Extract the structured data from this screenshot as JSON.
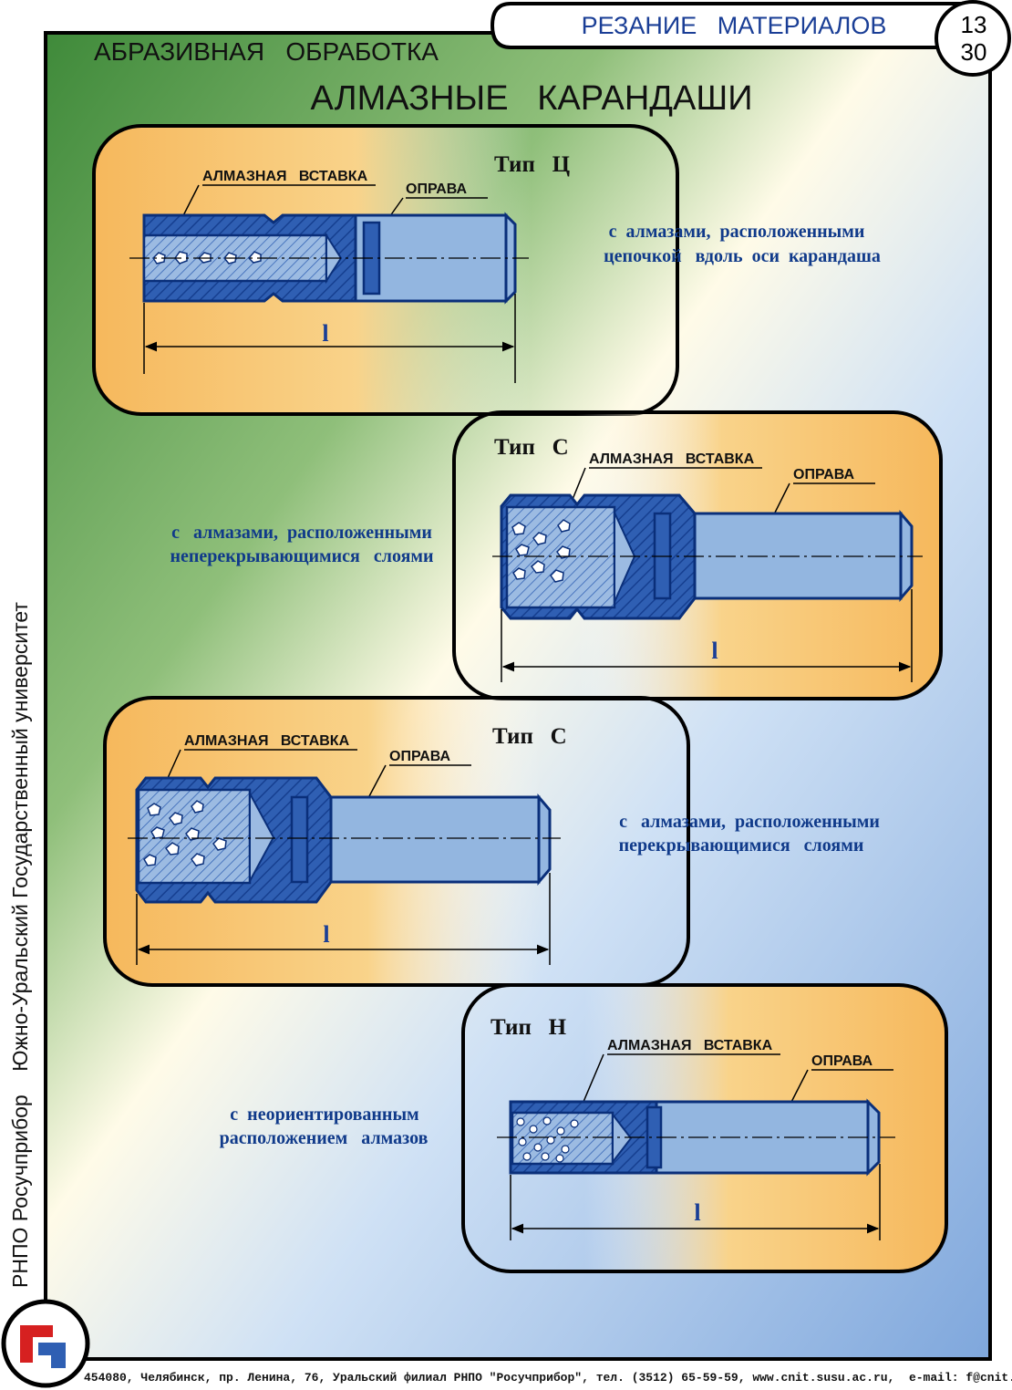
{
  "header": {
    "section": "РЕЗАНИЕ   МАТЕРИАЛОВ",
    "page_top": "13",
    "page_bottom": "30",
    "subtitle": "АБРАЗИВНАЯ   ОБРАБОТКА",
    "title": "АЛМАЗНЫЕ   КАРАНДАШИ"
  },
  "side_text": "РНПО Росучприбор    Южно-Уральский Государственный университет",
  "footer": "454080, Челябинск, пр. Ленина, 76, Уральский филиал РНПО \"Росучприбор\", тел. (3512) 65-59-59, www.cnit.susu.ac.ru,  e-mail: f@cnit.susu.ac.ru",
  "colors": {
    "green": "#3f8a3a",
    "panel": "#f7c268",
    "body": "#93b6e0",
    "dark": "#2f5fb3",
    "title": "#103a8a"
  },
  "panels": [
    {
      "type": "Тип   Ц",
      "insert_label": "АЛМАЗНАЯ   ВСТАВКА",
      "holder_label": "ОПРАВА",
      "dim": "l",
      "desc_line1": "с  алмазами,  расположенными",
      "desc_line2": "цепочкой   вдоль  оси  карандаша"
    },
    {
      "type": "Тип   С",
      "insert_label": "АЛМАЗНАЯ   ВСТАВКА",
      "holder_label": "ОПРАВА",
      "dim": "l",
      "desc_line1": "с   алмазами,  расположенными",
      "desc_line2": "неперекрывающимися   слоями"
    },
    {
      "type": "Тип   С",
      "insert_label": "АЛМАЗНАЯ   ВСТАВКА",
      "holder_label": "ОПРАВА",
      "dim": "l",
      "desc_line1": "с   алмазами,  расположенными",
      "desc_line2": "перекрывающимися   слоями"
    },
    {
      "type": "Тип   Н",
      "insert_label": "АЛМАЗНАЯ   ВСТАВКА",
      "holder_label": "ОПРАВА",
      "dim": "l",
      "desc_line1": "с  неориентированным",
      "desc_line2": "расположением   алмазов"
    }
  ]
}
